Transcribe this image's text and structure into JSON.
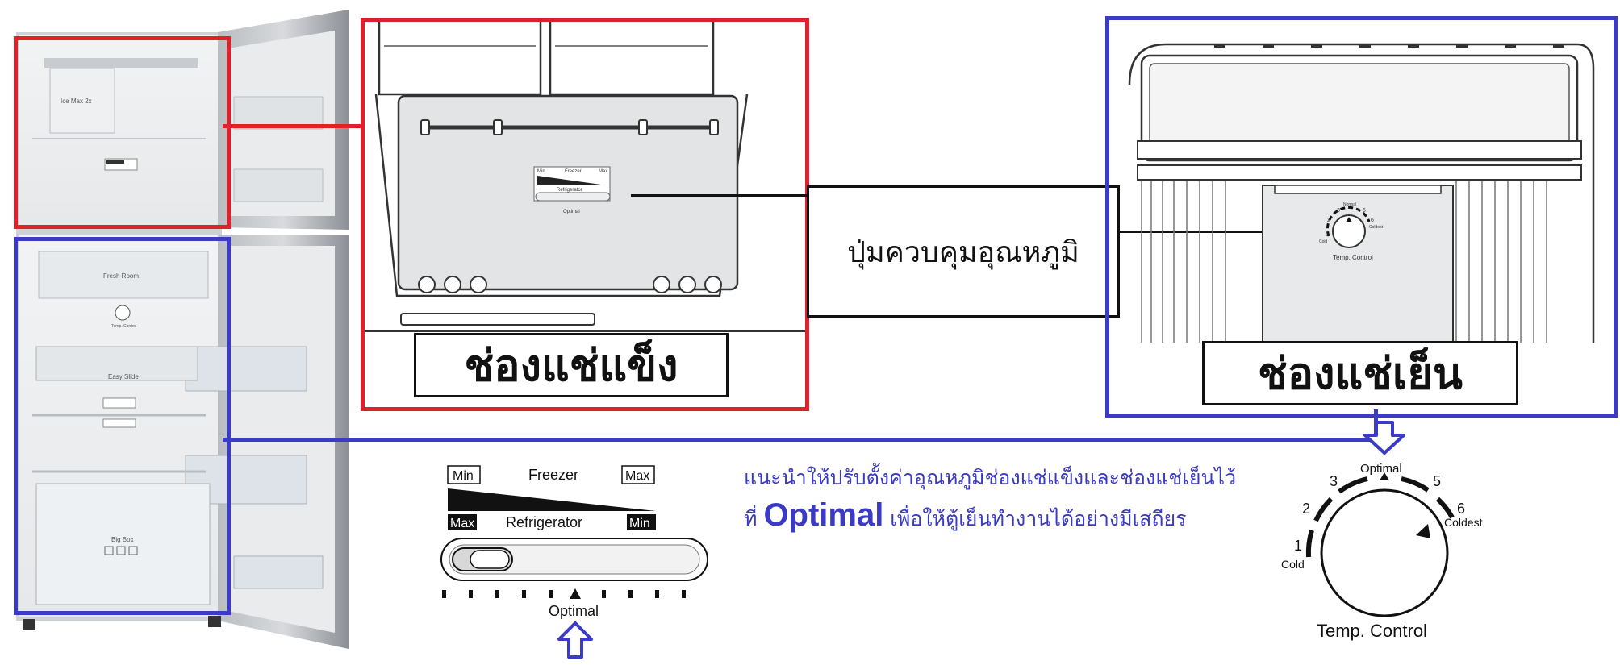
{
  "labels": {
    "freezer_compartment": "ช่องแช่แข็ง",
    "fridge_compartment": "ช่องแช่เย็น",
    "temp_control_knob": "ปุ่มควบคุมอุณหภูมิ"
  },
  "fridge_photo": {
    "ice_tray": "Ice Max 2x",
    "fresh_room": "Fresh Room",
    "easy_slide": "Easy Slide",
    "big_box": "Big Box",
    "temp_control_small": "Temp. Control"
  },
  "freezer_panel": {
    "min": "Min",
    "max": "Max",
    "title": "Freezer",
    "sub": "Refrigerator",
    "optimal": "Optimal"
  },
  "slider_control": {
    "min_top": "Min",
    "title_top": "Freezer",
    "max_top": "Max",
    "max_bottom": "Max",
    "title_bottom": "Refrigerator",
    "min_bottom": "Min",
    "optimal": "Optimal"
  },
  "dial_control": {
    "optimal": "Optimal",
    "n1": "1",
    "cold": "Cold",
    "n2": "2",
    "n3": "3",
    "n5": "5",
    "n6": "6",
    "coldest": "Coldest",
    "caption": "Temp. Control"
  },
  "fridge_zoom": {
    "normal": "Normal",
    "cold": "Cold",
    "coldest": "Coldest",
    "caption": "Temp. Control",
    "n1": "1",
    "n2": "2",
    "n3": "3",
    "n5": "5",
    "n6": "6"
  },
  "recommendation": {
    "part1": "แนะนำให้ปรับตั้งค่าอุณหภูมิช่องแช่แข็งและช่องแช่เย็นไว้ที่",
    "highlight": "Optimal",
    "part2": "เพื่อให้ตู้เย็นทำงานได้อย่างมีเสถียร"
  },
  "colors": {
    "freezer_frame": "#e0202a",
    "fridge_frame": "#3b3bc6",
    "note_text": "#3a3ac4"
  }
}
